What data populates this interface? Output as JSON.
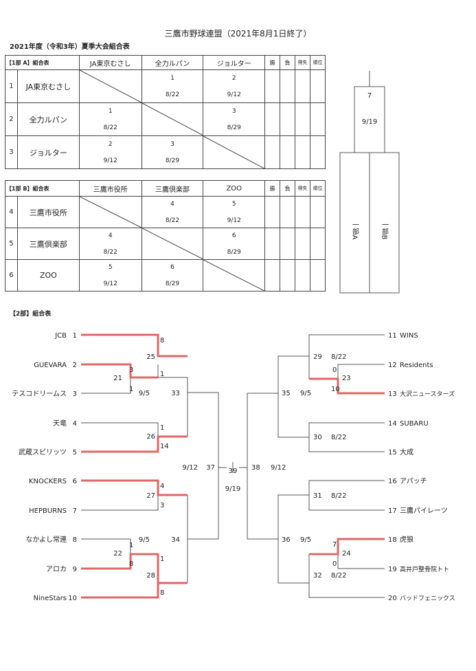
{
  "header": {
    "title": "三鷹市野球連盟（2021年8月1日終了）",
    "subtitle": "2021年度（令和3年）夏季大会組合表"
  },
  "league_a": {
    "label": "【1部 A】組合表",
    "teams": [
      "JA東京むさし",
      "全力ルパン",
      "ジョルター"
    ],
    "cols": [
      "勝",
      "負",
      "得失",
      "順位"
    ],
    "rows": [
      {
        "no": "1",
        "cells": [
          null,
          {
            "m": "1",
            "d": "8/22"
          },
          {
            "m": "2",
            "d": "9/12"
          }
        ]
      },
      {
        "no": "2",
        "cells": [
          {
            "m": "1",
            "d": "8/22"
          },
          null,
          {
            "m": "3",
            "d": "8/29"
          }
        ]
      },
      {
        "no": "3",
        "cells": [
          {
            "m": "2",
            "d": "9/12"
          },
          {
            "m": "3",
            "d": "8/29"
          },
          null
        ]
      }
    ]
  },
  "league_b": {
    "label": "【1部 B】組合表",
    "teams": [
      "三鷹市役所",
      "三鷹倶楽部",
      "ZOO"
    ],
    "cols": [
      "勝",
      "負",
      "得失",
      "順位"
    ],
    "rows": [
      {
        "no": "4",
        "cells": [
          null,
          {
            "m": "4",
            "d": "8/22"
          },
          {
            "m": "5",
            "d": "9/12"
          }
        ]
      },
      {
        "no": "5",
        "cells": [
          {
            "m": "4",
            "d": "8/22"
          },
          null,
          {
            "m": "6",
            "d": "8/29"
          }
        ]
      },
      {
        "no": "6",
        "cells": [
          {
            "m": "5",
            "d": "9/12"
          },
          {
            "m": "6",
            "d": "8/29"
          },
          null
        ]
      }
    ]
  },
  "final1": {
    "match": "7",
    "date": "9/19",
    "left": "一部A",
    "right": "一部B"
  },
  "div2": {
    "label": "【2部】組合表",
    "left_teams": [
      {
        "n": "1",
        "name": "JCB"
      },
      {
        "n": "2",
        "name": "GUEVARA"
      },
      {
        "n": "3",
        "name": "テスコドリームス"
      },
      {
        "n": "4",
        "name": "天竜"
      },
      {
        "n": "5",
        "name": "武蔵スピリッツ"
      },
      {
        "n": "6",
        "name": "KNOCKERS"
      },
      {
        "n": "7",
        "name": "HEPBURNS"
      },
      {
        "n": "8",
        "name": "なかよし常連"
      },
      {
        "n": "9",
        "name": "アロカ"
      },
      {
        "n": "10",
        "name": "NineStars"
      }
    ],
    "right_teams": [
      {
        "n": "11",
        "name": "WINS"
      },
      {
        "n": "12",
        "name": "Residents"
      },
      {
        "n": "13",
        "name": "大沢ニュースターズ"
      },
      {
        "n": "14",
        "name": "SUBARU"
      },
      {
        "n": "15",
        "name": "大成"
      },
      {
        "n": "16",
        "name": "アパッチ"
      },
      {
        "n": "17",
        "name": "三鷹パイレーツ"
      },
      {
        "n": "18",
        "name": "虎狼"
      },
      {
        "n": "19",
        "name": "高井戸整骨院トト"
      },
      {
        "n": "20",
        "name": "バッドフェニックス"
      }
    ],
    "labels": {
      "m21": "21",
      "m22": "22",
      "m23": "23",
      "m24": "24",
      "m25": "25",
      "m26": "26",
      "m27": "27",
      "m28": "28",
      "m29": "29",
      "m30": "30",
      "m31": "31",
      "m32": "32",
      "m33": "33",
      "m34": "34",
      "m35": "35",
      "m36": "36",
      "m37": "37",
      "m38": "38",
      "m39": "39",
      "d822": "8/22",
      "d95": "9/5",
      "d912": "9/12",
      "d919": "9/19"
    },
    "scores": {
      "s21a": "3",
      "s21b": "1",
      "s25a": "8",
      "s25b": "1",
      "s26a": "1",
      "s26b": "14",
      "s27a": "4",
      "s27b": "3",
      "s22a": "1",
      "s22b": "8",
      "s28a": "1",
      "s28b": "8",
      "s23a": "0",
      "s23b": "10",
      "s24a": "7",
      "s24b": "0"
    },
    "colors": {
      "winner_line": "#e06666",
      "line": "#555555"
    }
  }
}
